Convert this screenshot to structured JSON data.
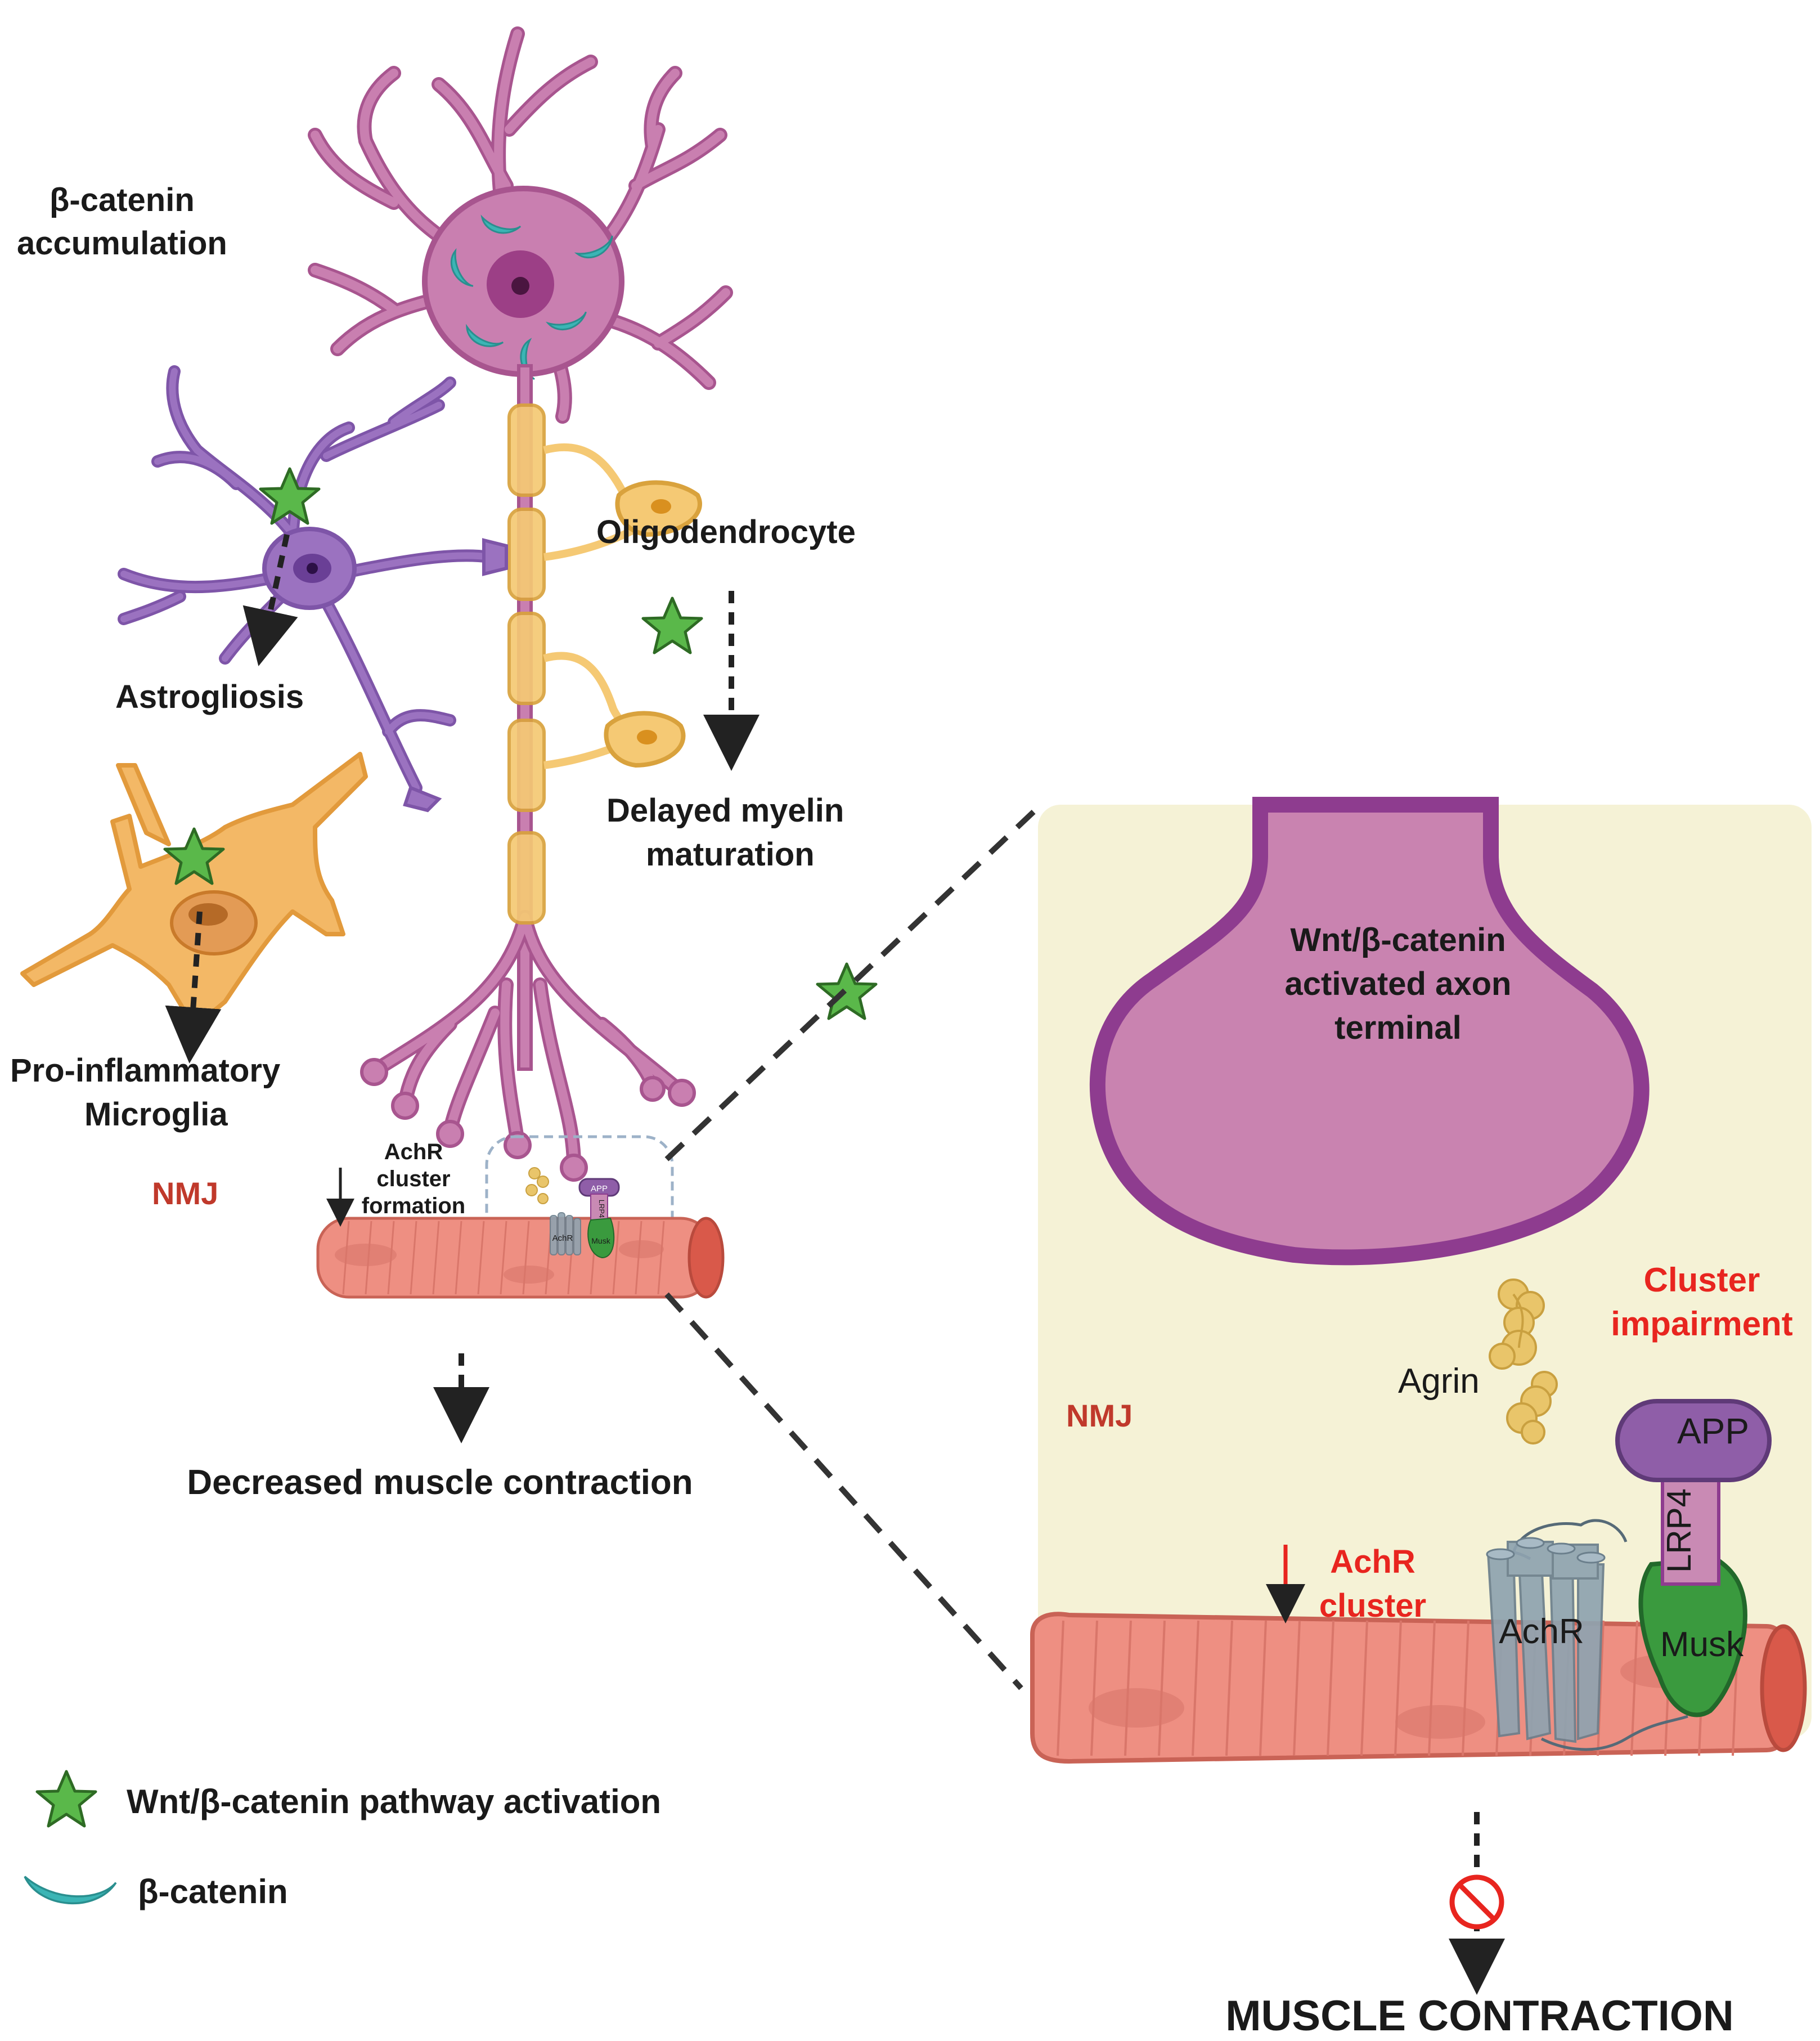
{
  "labels": {
    "beta_catenin_accumulation_1": "β-catenin",
    "beta_catenin_accumulation_2": "accumulation",
    "oligodendrocyte": "Oligodendrocyte",
    "astrogliosis": "Astrogliosis",
    "delayed_myelin_1": "Delayed myelin",
    "delayed_myelin_2": "maturation",
    "pro_inflammatory_1": "Pro-inflammatory",
    "pro_inflammatory_2": "Microglia",
    "nmj_left": "NMJ",
    "achr_cluster_formation_1": "AchR",
    "achr_cluster_formation_2": "cluster",
    "achr_cluster_formation_3": "formation",
    "small_app": "APP",
    "small_lrp4": "LRP4",
    "small_achr": "AchR",
    "small_musk": "Musk",
    "decreased_muscle": "Decreased muscle contraction",
    "legend_wnt": "Wnt/β-catenin pathway activation",
    "legend_beta": "β-catenin",
    "terminal_1": "Wnt/β-catenin",
    "terminal_2": "activated axon",
    "terminal_3": "terminal",
    "cluster_impairment_1": "Cluster",
    "cluster_impairment_2": "impairment",
    "agrin": "Agrin",
    "nmj_right": "NMJ",
    "app": "APP",
    "lrp4": "LRP4",
    "achr_cluster_1": "AchR",
    "achr_cluster_2": "cluster",
    "achr": "AchR",
    "musk": "Musk",
    "muscle_contraction": "MUSCLE CONTRACTION"
  },
  "colors": {
    "neuron": "#c97fb0",
    "neuron_dark": "#a8558f",
    "astrocyte": "#9b72c0",
    "microglia": "#f3b866",
    "myelin": "#f5c974",
    "star": "#5ab84a",
    "beta_catenin": "#3bb5b5",
    "nmj_panel": "#f5f2d6",
    "terminal": "#c983b0",
    "terminal_border": "#8e3c8f",
    "muscle": "#ee8f82",
    "app": "#8f5ea8",
    "lrp4": "#c98ab4",
    "musk": "#3a9a3e",
    "achr": "#8fa3b0",
    "agrin": "#e9c56a",
    "red_text": "#e8251f"
  },
  "icons": [
    "star-icon",
    "beta-catenin-icon",
    "no-entry-icon",
    "dashed-arrow-icon"
  ]
}
